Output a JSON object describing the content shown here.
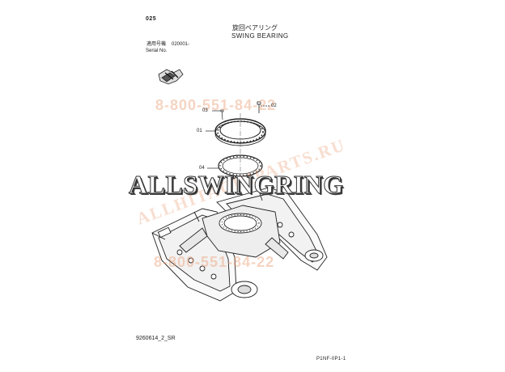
{
  "header": {
    "sheet_number": "025",
    "title_jp": "旋回ベアリング",
    "title_en": "SWING BEARING",
    "serial_jp": "適用号機",
    "serial_value": "020001-",
    "serial_en": "Serial No."
  },
  "callouts": {
    "part_03": "03",
    "part_02": "02",
    "part_01": "01",
    "part_04": "04"
  },
  "footer": {
    "drawing_code": "9260614_2_SR",
    "page_code": "P1NF-0P1-1"
  },
  "watermarks": {
    "phone_top": "8-800-551-84-22",
    "phone_bottom": "8-800-551-84-22",
    "site": "ALLHITACHIPARTS.RU",
    "brand": "ALLSWINGRING"
  },
  "colors": {
    "line": "#222222",
    "watermark_orange": "#eba078"
  }
}
